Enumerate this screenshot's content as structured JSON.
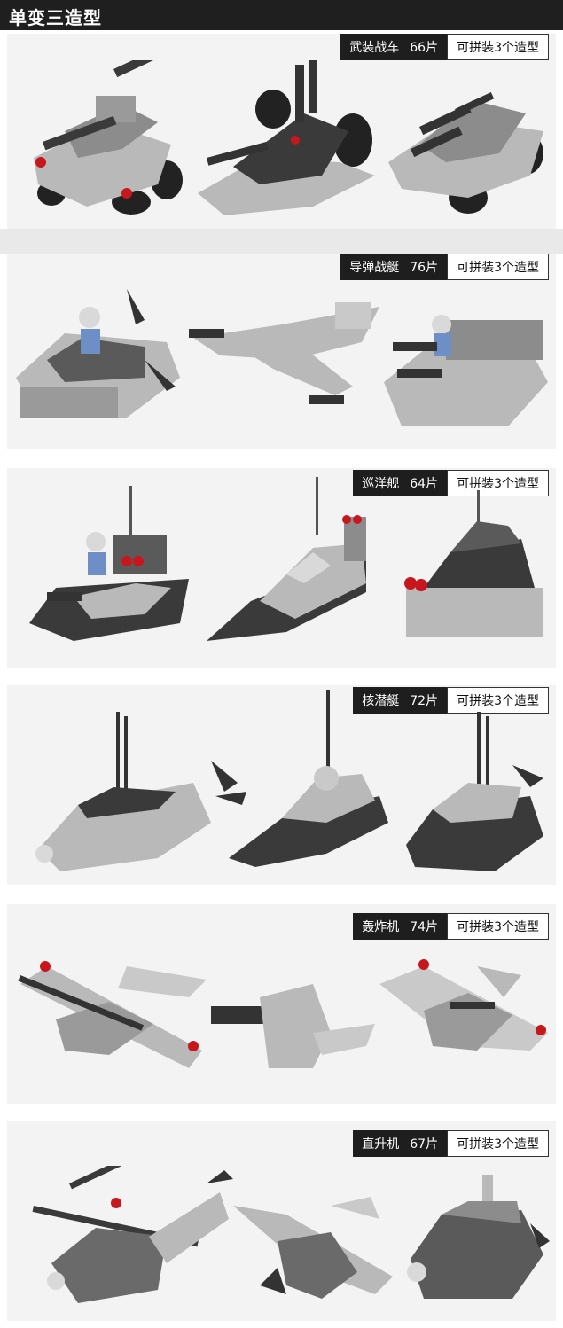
{
  "header": {
    "title": "单变三造型"
  },
  "sets": [
    {
      "name": "武装战车",
      "count": "66片",
      "note": "可拼装3个造型"
    },
    {
      "name": "导弹战艇",
      "count": "76片",
      "note": "可拼装3个造型"
    },
    {
      "name": "巡洋舰",
      "count": "64片",
      "note": "可拼装3个造型"
    },
    {
      "name": "核潜艇",
      "count": "72片",
      "note": "可拼装3个造型"
    },
    {
      "name": "轰炸机",
      "count": "74片",
      "note": "可拼装3个造型"
    },
    {
      "name": "直升机",
      "count": "67片",
      "note": "可拼装3个造型"
    }
  ],
  "colors": {
    "dark": "#1e1e1e",
    "panel": "#f3f3f3",
    "brick_light": "#b9b9b9",
    "brick_mid": "#8c8c8c",
    "brick_dark": "#3a3a3a",
    "accent_red": "#c8161d"
  }
}
